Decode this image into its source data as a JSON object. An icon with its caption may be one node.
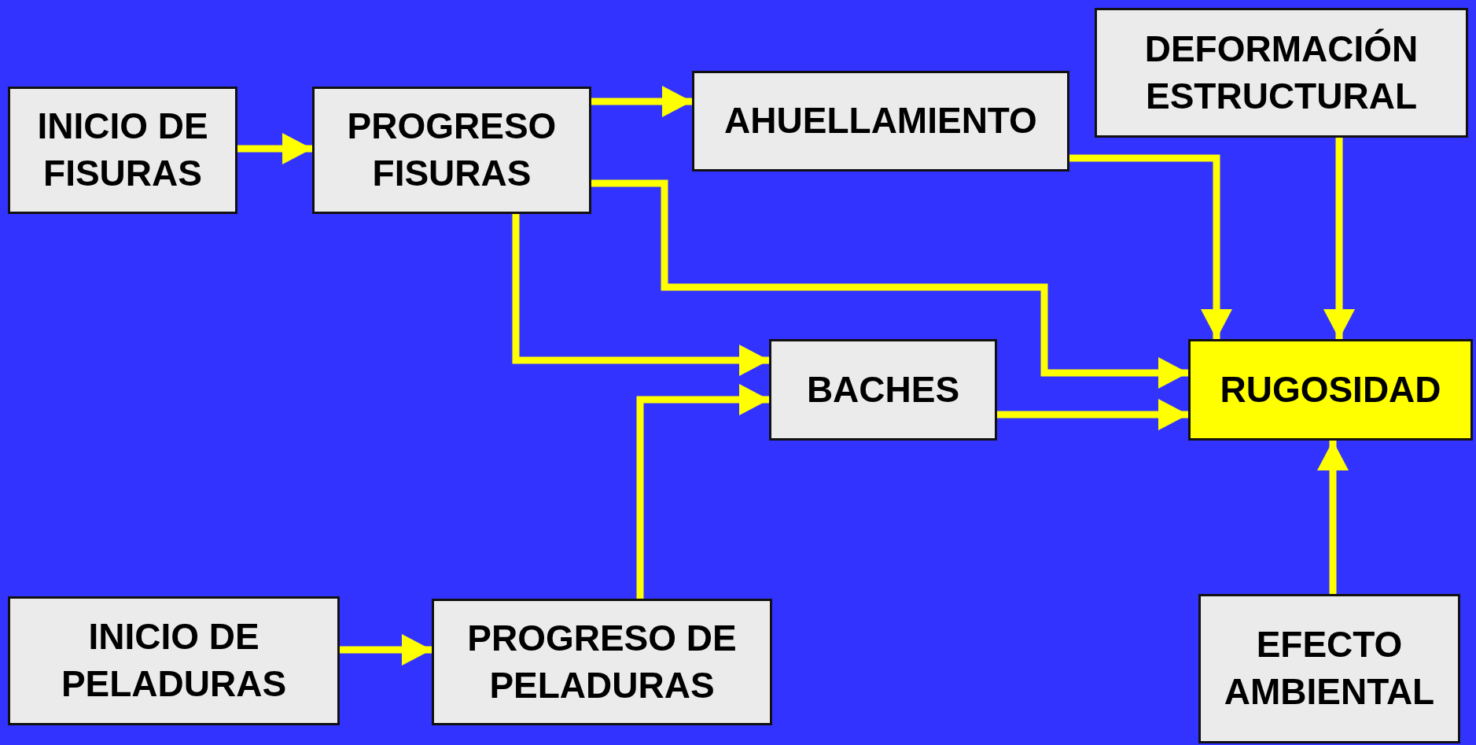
{
  "diagram": {
    "nodes": [
      {
        "text": [
          "INICIO DE FISURAS"
        ]
      },
      {
        "text": [
          "PROGRESO FISURAS"
        ]
      },
      {
        "text": [
          "AHUELLAMIENTO"
        ]
      },
      {
        "text": [
          "DEFORMACIÓN ESTRUCTURAL"
        ]
      },
      {
        "text": [
          "BACHES"
        ]
      },
      {
        "text": [
          "RUGOSIDAD"
        ]
      },
      {
        "text": [
          "INICIO DE PELADURAS"
        ]
      },
      {
        "text": [
          "PROGRESO DE PELADURAS"
        ]
      },
      {
        "text": [
          "EFECTO AMBIENTAL"
        ]
      }
    ],
    "edges": [
      {
        "from": 0,
        "to": 1,
        "arrow": "to"
      },
      {
        "from": 1,
        "to": 2,
        "arrow": "to"
      },
      {
        "from": 1,
        "to": 4,
        "arrow": "to"
      },
      {
        "from": 1,
        "to": 5,
        "arrow": "to"
      },
      {
        "from": 2,
        "to": 5,
        "arrow": "to"
      },
      {
        "from": 3,
        "to": 5,
        "arrow": "to"
      },
      {
        "from": 7,
        "to": 4,
        "arrow": "to"
      },
      {
        "from": 4,
        "to": 5,
        "arrow": "to"
      },
      {
        "from": 6,
        "to": 7,
        "arrow": "to"
      },
      {
        "from": 8,
        "to": 5,
        "arrow": "to"
      }
    ]
  }
}
